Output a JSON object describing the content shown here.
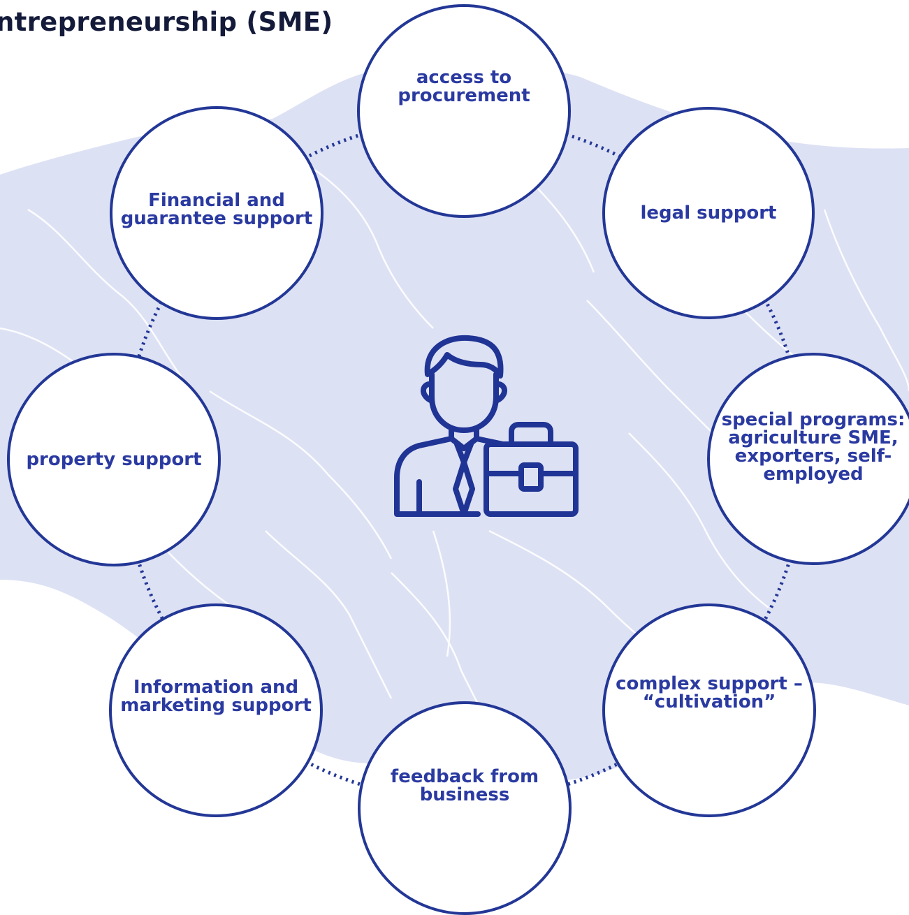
{
  "title": "ntrepreneurship (SME)",
  "nodes": {
    "procurement": "access to procurement",
    "legal": "legal support",
    "special": "special programs: agriculture SME, exporters, self-employed",
    "complex": "complex support – “cultivation”",
    "feedback": "feedback from business",
    "information": "Information and marketing support",
    "property": "property support",
    "financial": "Financial and guarantee support"
  },
  "center_icon": "businessman-with-briefcase-icon",
  "colors": {
    "accent": "#233796",
    "text": "#2a3aa1",
    "map_fill": "#dde1f4",
    "title": "#141a3a"
  }
}
